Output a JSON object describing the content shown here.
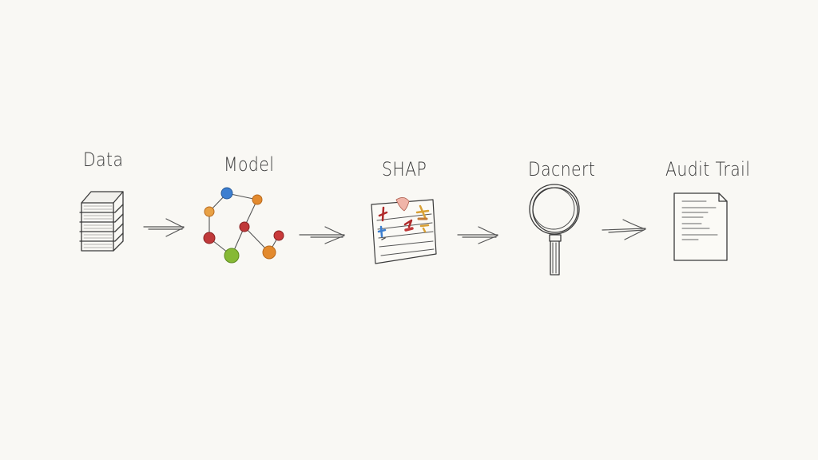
{
  "diagram": {
    "type": "pipeline-flow",
    "background": "#f9f8f4",
    "stages": [
      {
        "label": "Data",
        "icon": "stacked-layers-icon"
      },
      {
        "label": "Model",
        "icon": "network-graph-icon"
      },
      {
        "label": "SHAP",
        "icon": "feature-attribution-chart-icon"
      },
      {
        "label": "Dacnert",
        "icon": "magnifying-glass-icon"
      },
      {
        "label": "Audit Trail",
        "icon": "document-icon"
      }
    ],
    "arrows": [
      {
        "from": "Data",
        "to": "Model"
      },
      {
        "from": "Model",
        "to": "SHAP"
      },
      {
        "from": "SHAP",
        "to": "Dacnert"
      },
      {
        "from": "Dacnert",
        "to": "Audit Trail"
      }
    ],
    "colors": {
      "node_blue": "#3d7fd0",
      "node_orange": "#e38a2e",
      "node_red": "#c0393a",
      "node_green": "#86b935",
      "ink": "#3a3a3a"
    }
  }
}
